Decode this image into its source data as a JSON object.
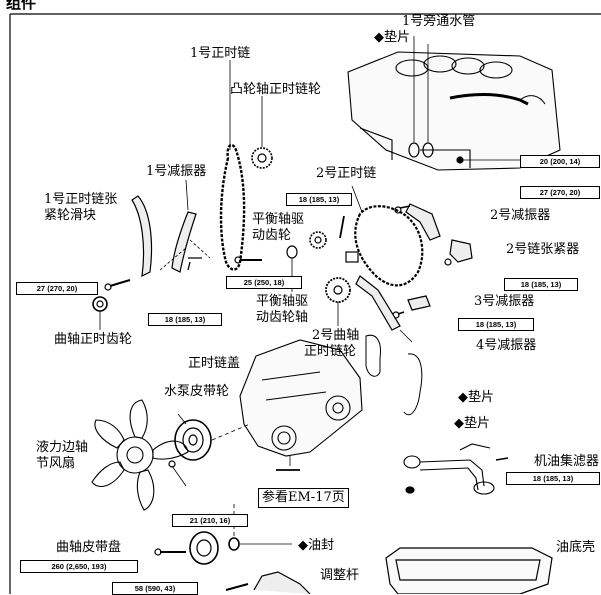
{
  "page": {
    "title": "组件"
  },
  "labels": {
    "no1_bypass_pipe": "1号旁通水管",
    "gasket_top": "◆垫片",
    "no1_timing_chain": "1号正时链",
    "camshaft_sprocket": "凸轮轴正时链轮",
    "no1_damper": "1号减振器",
    "no1_tensioner_slipper_l1": "1号正时链张",
    "no1_tensioner_slipper_l2": "紧轮滑块",
    "no2_timing_chain": "2号正时链",
    "no2_damper": "2号减振器",
    "no2_tensioner": "2号链张紧器",
    "balance_gear_l1": "平衡轴驱",
    "balance_gear_l2": "动齿轮",
    "balance_shaft_l1": "平衡轴驱",
    "balance_shaft_l2": "动齿轮轴",
    "no3_damper": "3号减振器",
    "crank_timing_gear": "曲轴正时齿轮",
    "no2_crank_sprocket_l1": "2号曲轴",
    "no2_crank_sprocket_l2": "正时链轮",
    "no4_damper": "4号减振器",
    "timing_chain_cover": "正时链盖",
    "water_pump_pulley": "水泵皮带轮",
    "gasket_right": "◆垫片",
    "gasket_mid": "◆垫片",
    "fan_l1": "液力边轴",
    "fan_l2": "节风扇",
    "oil_strainer": "机油集滤器",
    "see_em17": "参看EM-17页",
    "crank_pulley": "曲轴皮带盘",
    "oil_seal": "◆油封",
    "oil_pan": "油底壳",
    "adjusting_bar": "调整杆"
  },
  "torque": {
    "t_20_200_14": "20 (200, 14)",
    "t_27_270_20_top": "27 (270, 20)",
    "t_18_185_13_a": "18 (185, 13)",
    "t_18_185_13_b": "18 (185, 13)",
    "t_27_270_20_left": "27 (270, 20)",
    "t_25_250_18": "25 (250, 18)",
    "t_18_185_13_c": "18 (185, 13)",
    "t_18_185_13_d": "18 (185, 13)",
    "t_21_210_16": "21 (210, 16)",
    "t_18_185_13_e": "18 (185, 13)",
    "t_260_2650_193": "260 (2,650, 193)",
    "t_58_590_43": "58 (590, 43)"
  }
}
